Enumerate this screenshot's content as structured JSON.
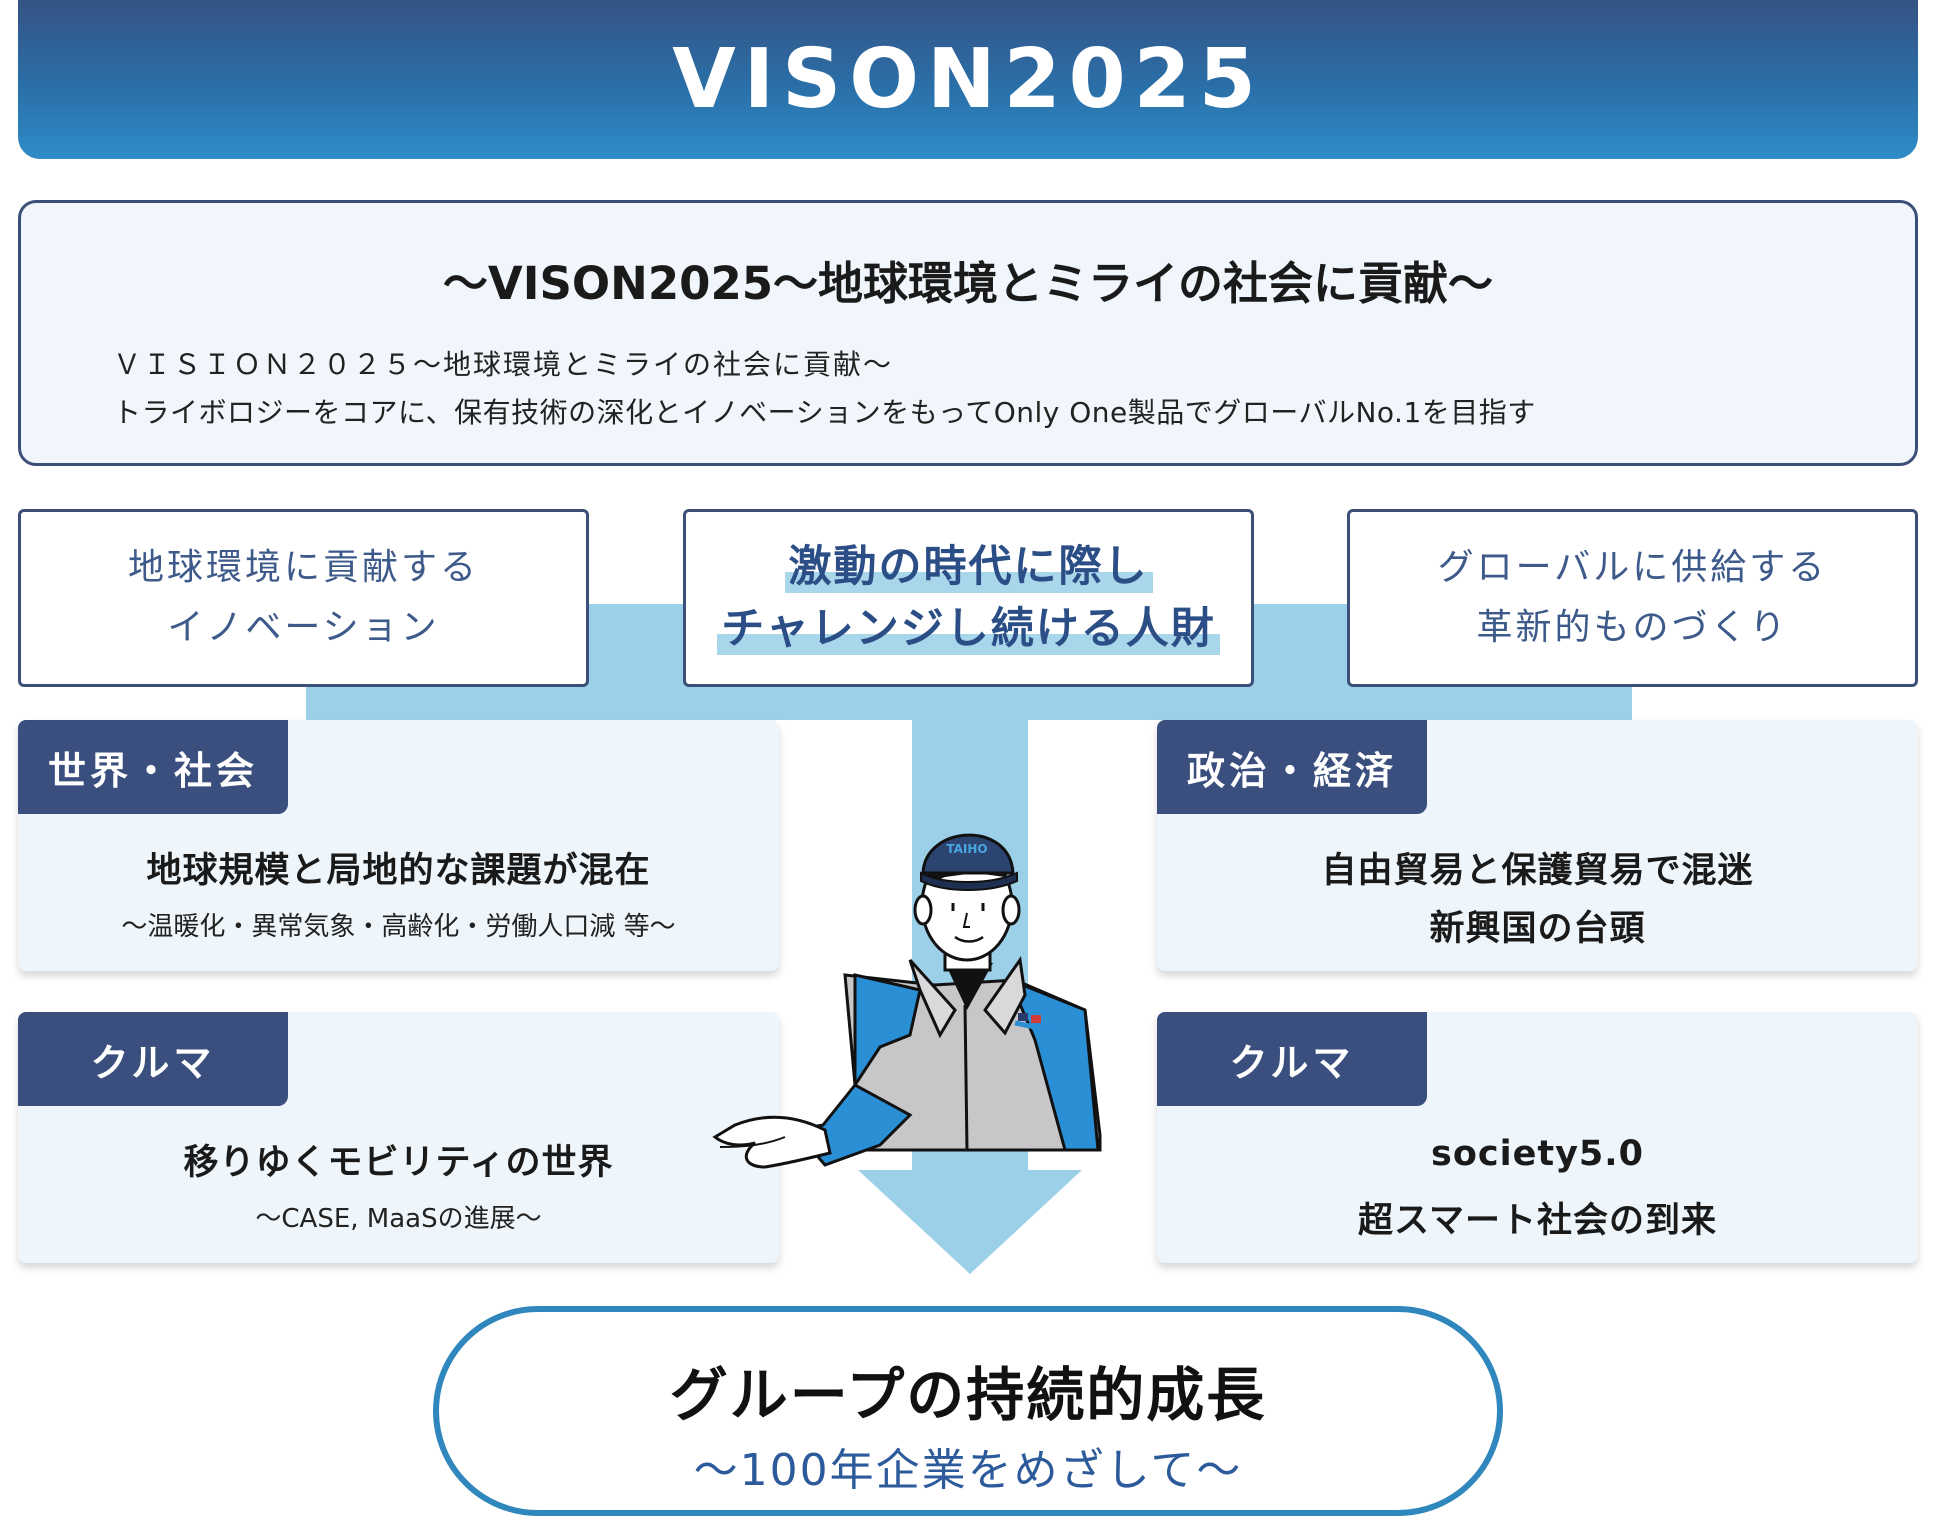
{
  "banner": {
    "title": "VISON2025"
  },
  "vision": {
    "headline": "～VISON2025～地球環境とミライの社会に貢献～",
    "line1": "ＶＩＳＩＯＮ２０２５～地球環境とミライの社会に貢献～",
    "line2": "トライボロジーをコアに、保有技術の深化とイノベーションをもってOnly One製品でグローバルNo.1を目指す"
  },
  "pillars": {
    "left": {
      "line1": "地球環境に貢献する",
      "line2": "イノベーション"
    },
    "center": {
      "line1": "激動の時代に際し",
      "line2": "チャレンジし続ける人財"
    },
    "right": {
      "line1": "グローバルに供給する",
      "line2": "革新的ものづくり"
    }
  },
  "cards": {
    "world": {
      "tag": "世界・社会",
      "main": "地球規模と局地的な課題が混在",
      "sub": "～温暖化・異常気象・高齢化・労働人口減 等～"
    },
    "politics": {
      "tag": "政治・経済",
      "main1": "自由貿易と保護貿易で混迷",
      "main2": "新興国の台頭"
    },
    "car_left": {
      "tag": "クルマ",
      "main": "移りゆくモビリティの世界",
      "sub": "～CASE, MaaSの進展～"
    },
    "car_right": {
      "tag": "クルマ",
      "main1": "society5.0",
      "main2": "超スマート社会の到来"
    }
  },
  "figure": {
    "cap_text": "TAIHO",
    "icon": "worker-gesturing-icon"
  },
  "goal": {
    "title": "グループの持続的成長",
    "subtitle": "～100年企業をめざして～"
  },
  "colors": {
    "banner_top": "#355385",
    "banner_bottom": "#2f8cc8",
    "navy": "#3b4f7e",
    "connector": "#9cd0e8",
    "card_bg": "#eef6fb",
    "goal_border": "#2f87bd",
    "jacket_blue": "#2b8fd6"
  }
}
